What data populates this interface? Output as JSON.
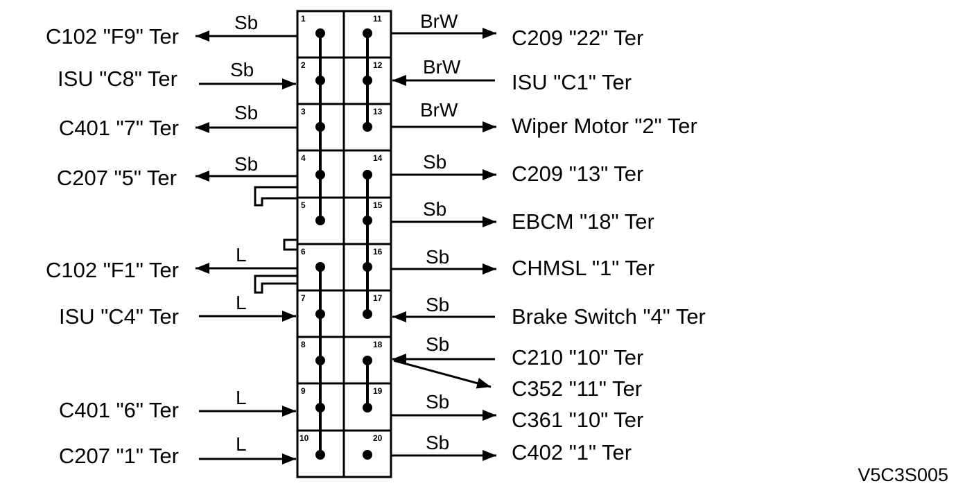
{
  "figure_code": "V5C3S005",
  "pins_left": [
    "1",
    "2",
    "3",
    "4",
    "5",
    "6",
    "7",
    "8",
    "9",
    "10"
  ],
  "pins_right": [
    "11",
    "12",
    "13",
    "14",
    "15",
    "16",
    "17",
    "18",
    "19",
    "20"
  ],
  "left_connections": [
    {
      "label": "C102 \"F9\" Ter",
      "wire": "Sb",
      "direction": "out"
    },
    {
      "label": "ISU \"C8\" Ter",
      "wire": "Sb",
      "direction": "in"
    },
    {
      "label": "C401 \"7\" Ter",
      "wire": "Sb",
      "direction": "out"
    },
    {
      "label": "C207 \"5\" Ter",
      "wire": "Sb",
      "direction": "out"
    },
    {
      "label": "C102 \"F1\" Ter",
      "wire": "L",
      "direction": "out"
    },
    {
      "label": "ISU \"C4\" Ter",
      "wire": "L",
      "direction": "in"
    },
    {
      "label": "C401 \"6\" Ter",
      "wire": "L",
      "direction": "in"
    },
    {
      "label": "C207 \"1\" Ter",
      "wire": "L",
      "direction": "in"
    }
  ],
  "right_connections": [
    {
      "label": "C209 \"22\" Ter",
      "wire": "BrW",
      "direction": "out"
    },
    {
      "label": "ISU \"C1\" Ter",
      "wire": "BrW",
      "direction": "in"
    },
    {
      "label": "Wiper Motor \"2\" Ter",
      "wire": "BrW",
      "direction": "out"
    },
    {
      "label": "C209 \"13\" Ter",
      "wire": "Sb",
      "direction": "out"
    },
    {
      "label": "EBCM \"18\" Ter",
      "wire": "Sb",
      "direction": "out"
    },
    {
      "label": "CHMSL \"1\" Ter",
      "wire": "Sb",
      "direction": "out"
    },
    {
      "label": "Brake Switch \"4\" Ter",
      "wire": "Sb",
      "direction": "in"
    },
    {
      "label": "C210 \"10\" Ter",
      "wire": "Sb",
      "direction": "in"
    },
    {
      "label": "C352 \"11\" Ter",
      "wire": "",
      "direction": "out"
    },
    {
      "label": "C361 \"10\" Ter",
      "wire": "Sb",
      "direction": "out"
    },
    {
      "label": "C402 \"1\" Ter",
      "wire": "Sb",
      "direction": "out"
    }
  ]
}
